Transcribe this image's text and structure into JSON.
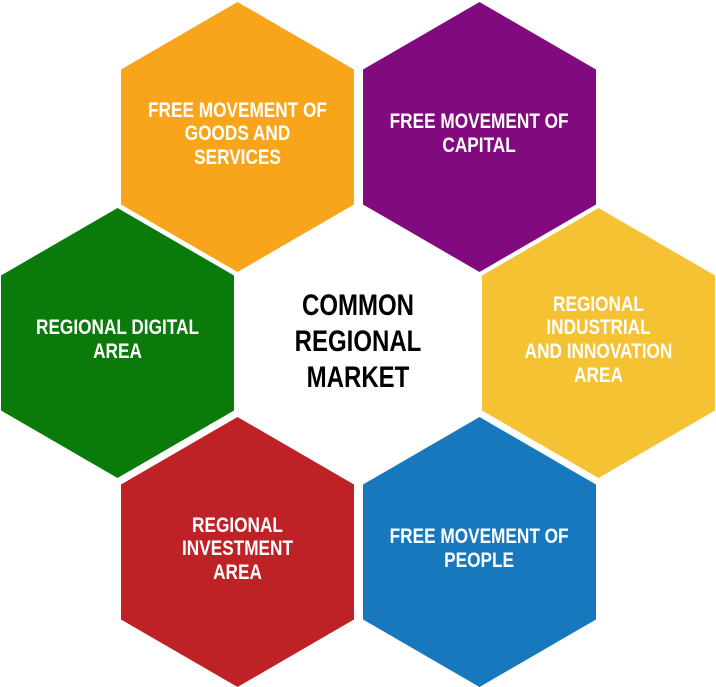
{
  "diagram": {
    "title": "COMMON REGIONAL MARKET",
    "background_color": "#FFFFFF",
    "label_text_color": "#FFFFFF"
  },
  "center": {
    "label": "COMMON\nREGIONAL\nMARKET",
    "color": "#000000"
  },
  "hexagons": {
    "goods_services": {
      "label": "FREE MOVEMENT OF\nGOODS AND SERVICES",
      "color": "#F9A51B",
      "position": "top-left"
    },
    "capital": {
      "label": "FREE MOVEMENT OF\nCAPITAL",
      "color": "#810B7E",
      "position": "top-right"
    },
    "digital": {
      "label": "REGIONAL DIGITAL AREA",
      "color": "#0A7A0A",
      "position": "middle-left"
    },
    "industrial_innovation": {
      "label": "REGIONAL INDUSTRIAL\nAND INNOVATION AREA",
      "color": "#F5C233",
      "position": "middle-right"
    },
    "investment": {
      "label": "REGIONAL INVESTMENT\nAREA",
      "color": "#BE2126",
      "position": "bottom-left"
    },
    "people": {
      "label": "FREE MOVEMENT OF\nPEOPLE",
      "color": "#1878BE",
      "position": "bottom-right"
    }
  }
}
